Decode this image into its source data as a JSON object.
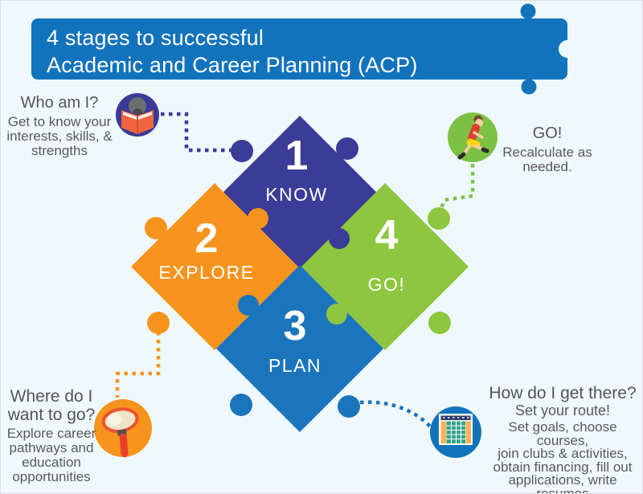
{
  "header": {
    "line1": "4 stages to successful",
    "line2": "Academic and Career Planning (ACP)"
  },
  "puzzle": {
    "pieces": [
      {
        "number": "1",
        "label": "KNOW",
        "color": "#3b3b98"
      },
      {
        "number": "2",
        "label": "EXPLORE",
        "color": "#f7941e"
      },
      {
        "number": "3",
        "label": "PLAN",
        "color": "#1b75bc"
      },
      {
        "number": "4",
        "label": "GO!",
        "color": "#8dc63f"
      }
    ]
  },
  "callouts": {
    "top_left": {
      "icon": "reading-person-icon",
      "title": "Who am I?",
      "lines": [
        "Get to know your",
        "interests, skills, &",
        "strengths"
      ]
    },
    "top_right": {
      "icon": "running-person-icon",
      "title": "GO!",
      "lines": [
        "Recalculate as",
        "needed."
      ]
    },
    "bottom_left": {
      "icon": "magnifier-icon",
      "title_lines": [
        "Where do I",
        "want to go?"
      ],
      "lines": [
        "Explore career",
        "pathways and",
        "education",
        "opportunities"
      ]
    },
    "bottom_right": {
      "icon": "calendar-icon",
      "title": "How do I get there?",
      "subtitle": "Set your route!",
      "lines": [
        "Set goals, choose courses,",
        "join clubs & activities,",
        "obtain financing, fill out",
        "applications, write",
        "resumes"
      ]
    }
  },
  "colors": {
    "banner": "#1273bd",
    "navy": "#3b3b98",
    "orange": "#f7941e",
    "green": "#8dc63f",
    "blue": "#1b75bc",
    "circle_green": "#7cc143",
    "background": "#eff9fc",
    "text": "#58595b"
  }
}
